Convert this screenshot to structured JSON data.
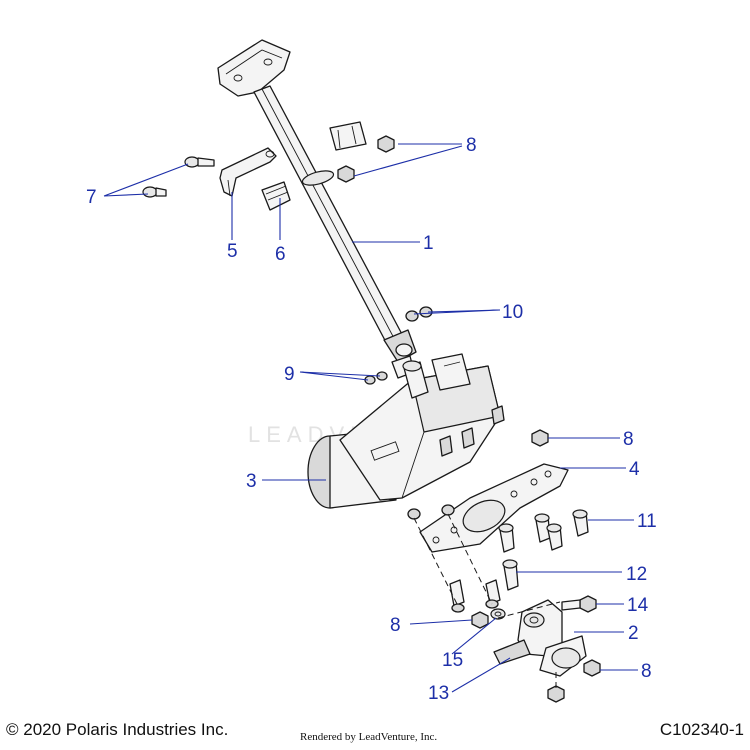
{
  "diagram": {
    "watermark": "LEADVENTURE",
    "callouts": {
      "c1": "1",
      "c2": "2",
      "c3": "3",
      "c4": "4",
      "c5": "5",
      "c6": "6",
      "c7": "7",
      "c8a": "8",
      "c8b": "8",
      "c8c": "8",
      "c8d": "8",
      "c9": "9",
      "c10": "10",
      "c11": "11",
      "c12": "12",
      "c13": "13",
      "c14": "14",
      "c15": "15"
    },
    "colors": {
      "callout": "#1d2fa8",
      "linework": "#1a1a1a",
      "watermark": "#e2e2e2"
    }
  },
  "footer": {
    "copyright": "© 2020 Polaris Industries Inc.",
    "rendered_by": "Rendered by LeadVenture, Inc.",
    "drawing_code": "C102340-1"
  }
}
